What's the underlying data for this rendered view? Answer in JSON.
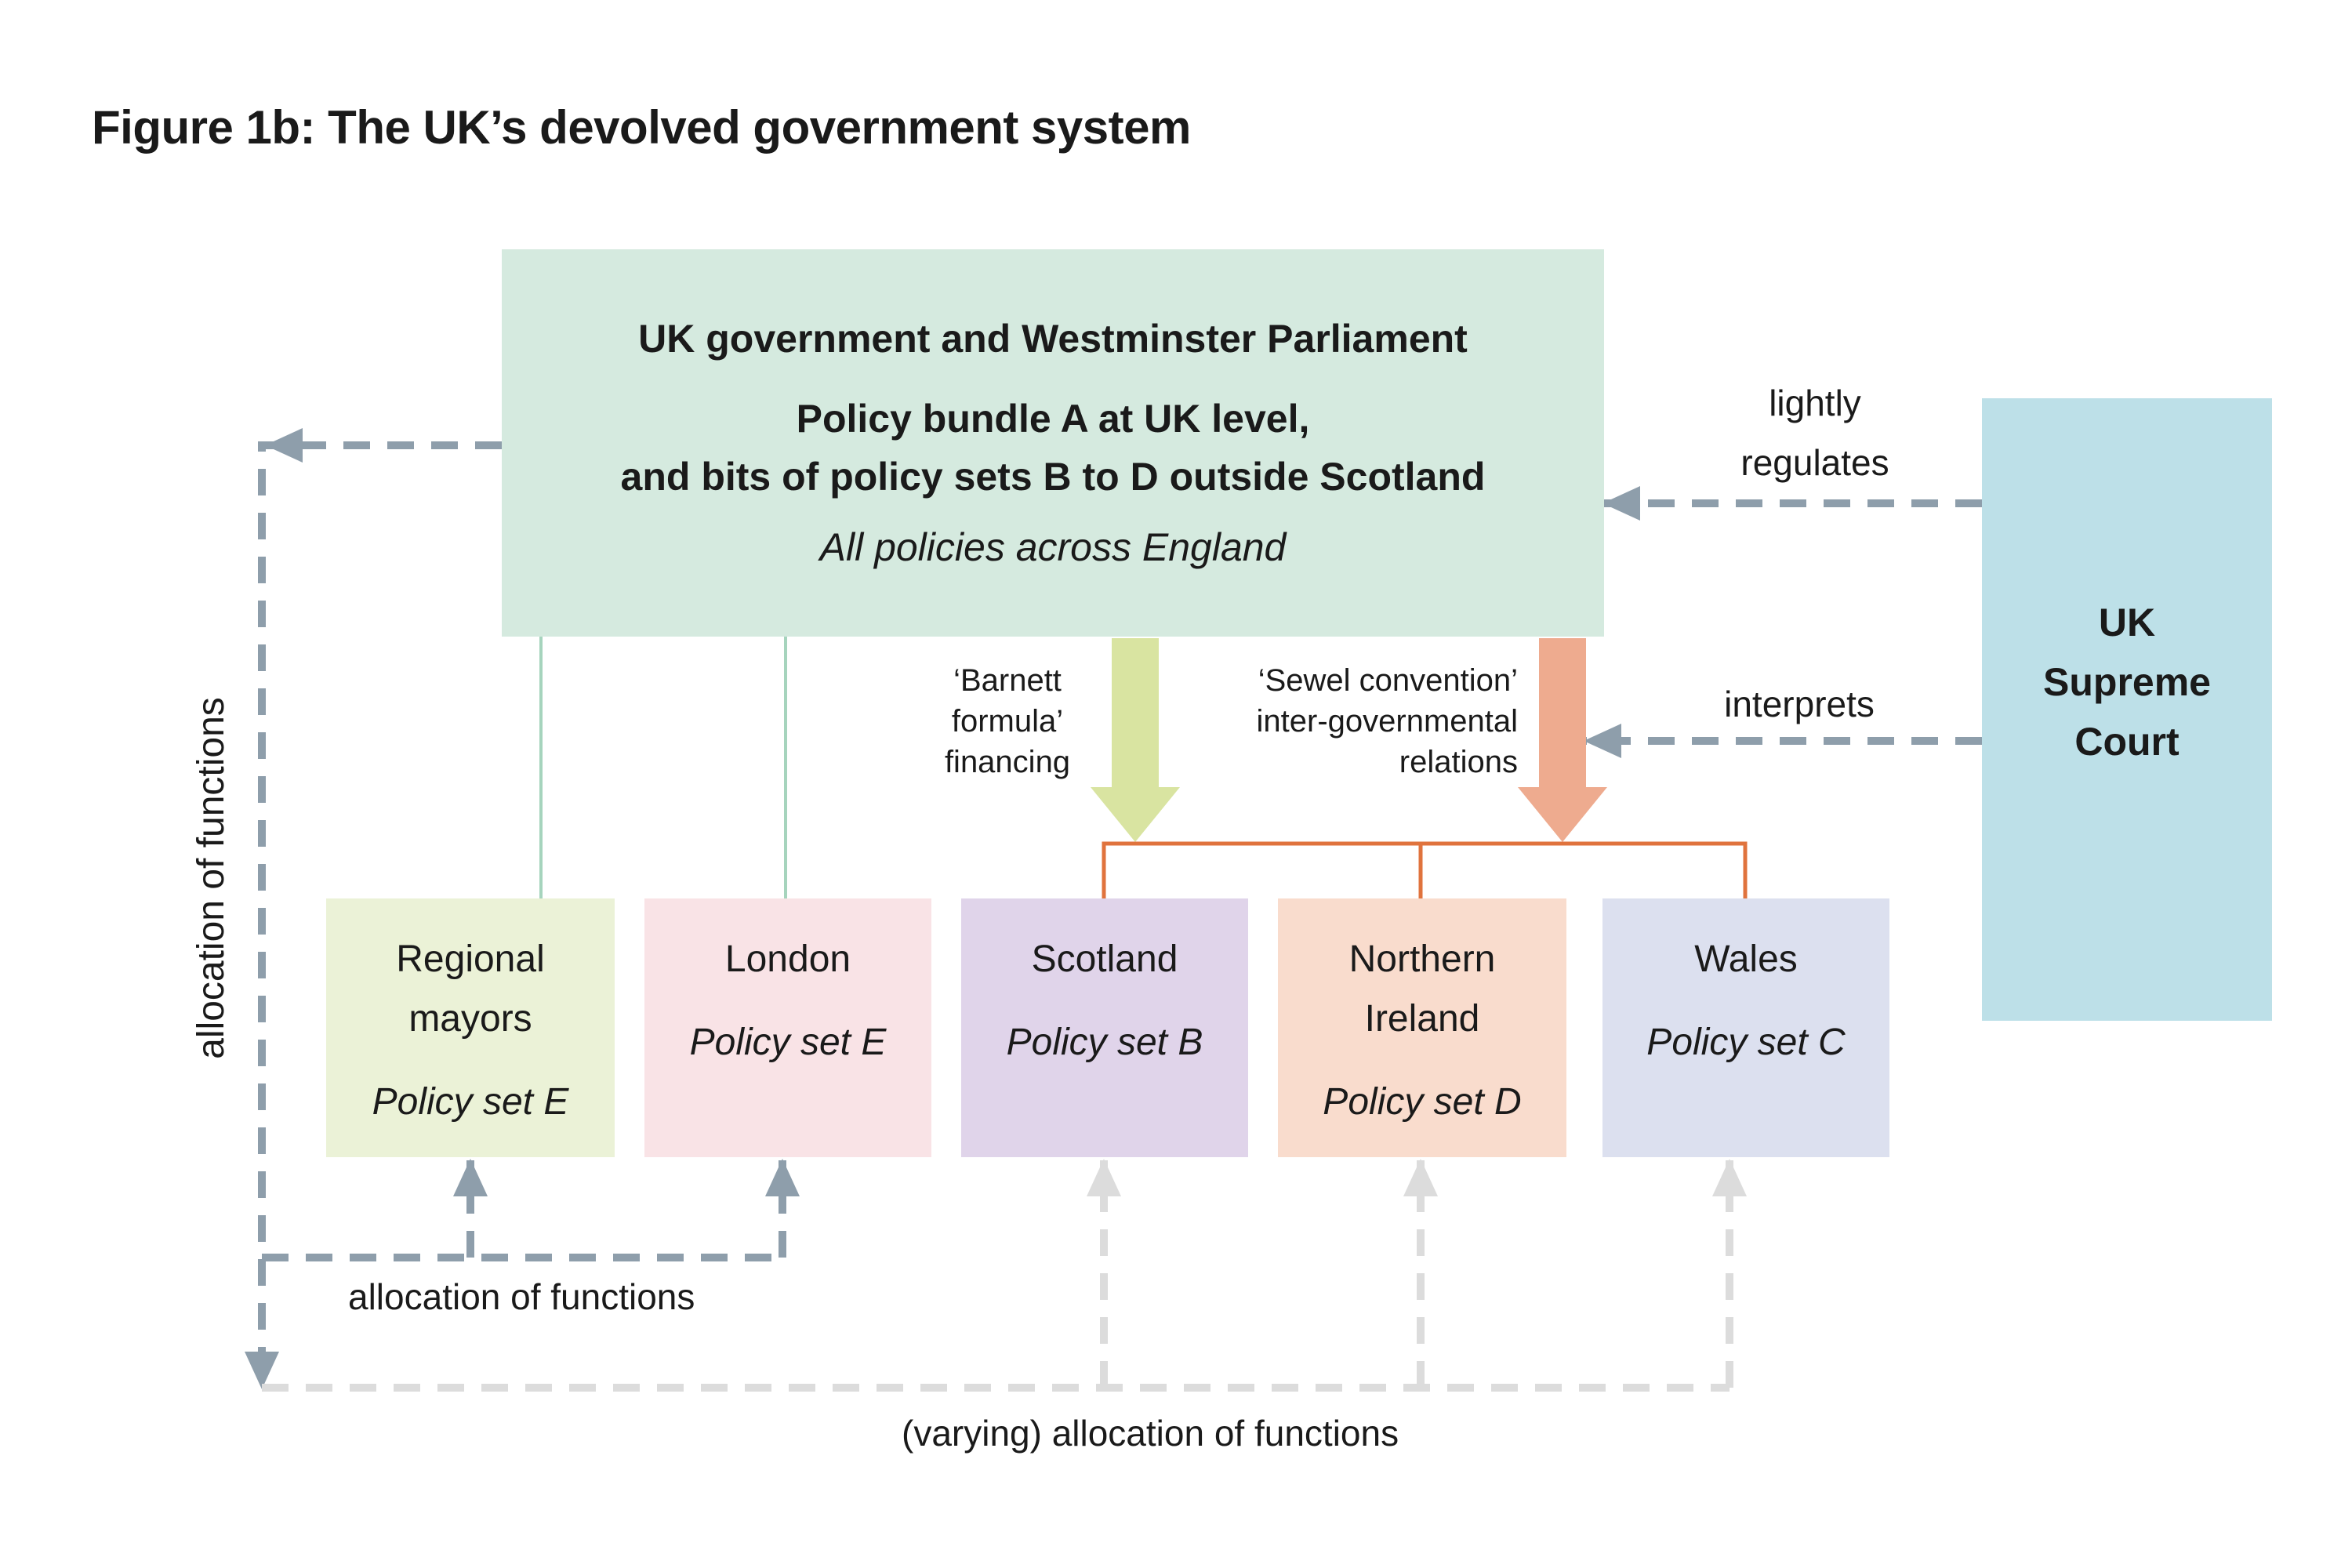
{
  "figure_title": "Figure 1b: The UK’s devolved government system",
  "uk": {
    "line1": "UK government and Westminster Parliament",
    "line2": "Policy bundle A at UK level,",
    "line3": "and bits of policy sets B to D outside Scotland",
    "line4": "All policies across England"
  },
  "court": {
    "line1": "UK",
    "line2": "Supreme",
    "line3": "Court"
  },
  "relations": {
    "lightly_1": "lightly",
    "lightly_2": "regulates",
    "interprets": "interprets",
    "barnett_1": "‘Barnett",
    "barnett_2": "formula’",
    "barnett_3": "financing",
    "sewel_1": "‘Sewel convention’",
    "sewel_2": "inter-governmental",
    "sewel_3": "relations"
  },
  "bodies": [
    {
      "name_1": "Regional",
      "name_2": "mayors",
      "policy": "Policy set E"
    },
    {
      "name_1": "London",
      "name_2": "",
      "policy": "Policy set E"
    },
    {
      "name_1": "Scotland",
      "name_2": "",
      "policy": "Policy set B"
    },
    {
      "name_1": "Northern",
      "name_2": "Ireland",
      "policy": "Policy set D"
    },
    {
      "name_1": "Wales",
      "name_2": "",
      "policy": "Policy set C"
    }
  ],
  "allocation": {
    "vertical": "allocation of functions",
    "local": "allocation of functions",
    "varying": "(varying) allocation of functions"
  },
  "colors": {
    "uk_box": "#d5eadf",
    "court_box": "#bde0e8",
    "regional_mayors": "#ebf2d7",
    "london": "#f9e3e6",
    "scotland": "#e0d4ea",
    "northern_ireland": "#f9dccd",
    "wales": "#dce0ef",
    "dash_dark": "#8e9eab",
    "dash_light": "#dcdcdc",
    "barnett_arrow": "#d9e4a1",
    "sewel_arrow": "#eeab8f",
    "bracket": "#e0733d",
    "connector": "#a6d4bd"
  }
}
